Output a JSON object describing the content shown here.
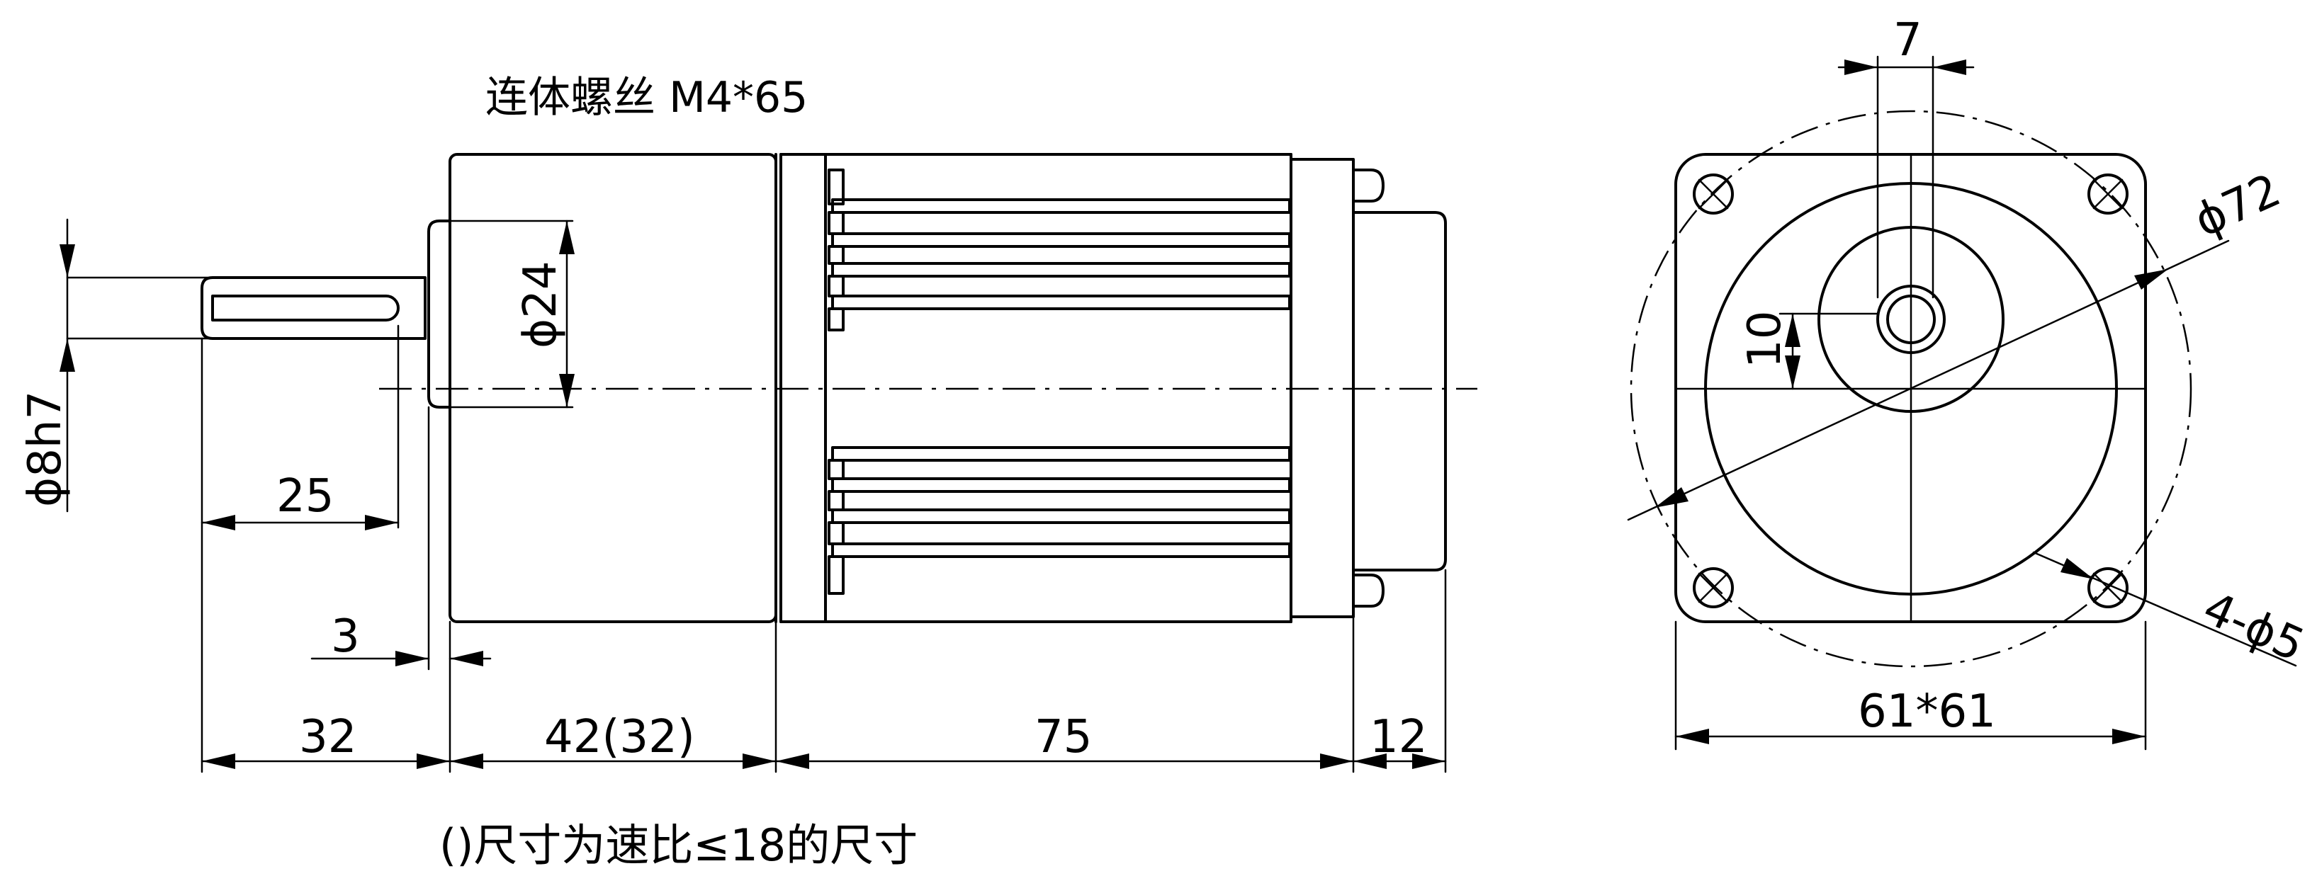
{
  "labels": {
    "screw": "连体螺丝 M4*65",
    "shaft_dia": "ϕ8h7",
    "flange_dia": "ϕ24",
    "key_len": "25",
    "step": "3",
    "shaft_len": "32",
    "gearbox_len": "42(32)",
    "motor_len": "75",
    "box_len": "12",
    "note": "()尺寸为速比≤18的尺寸",
    "shaft_offset": "7",
    "key_depth": "10",
    "circle_dia": "ϕ72",
    "holes": "4-ϕ5",
    "square": "61*61"
  }
}
